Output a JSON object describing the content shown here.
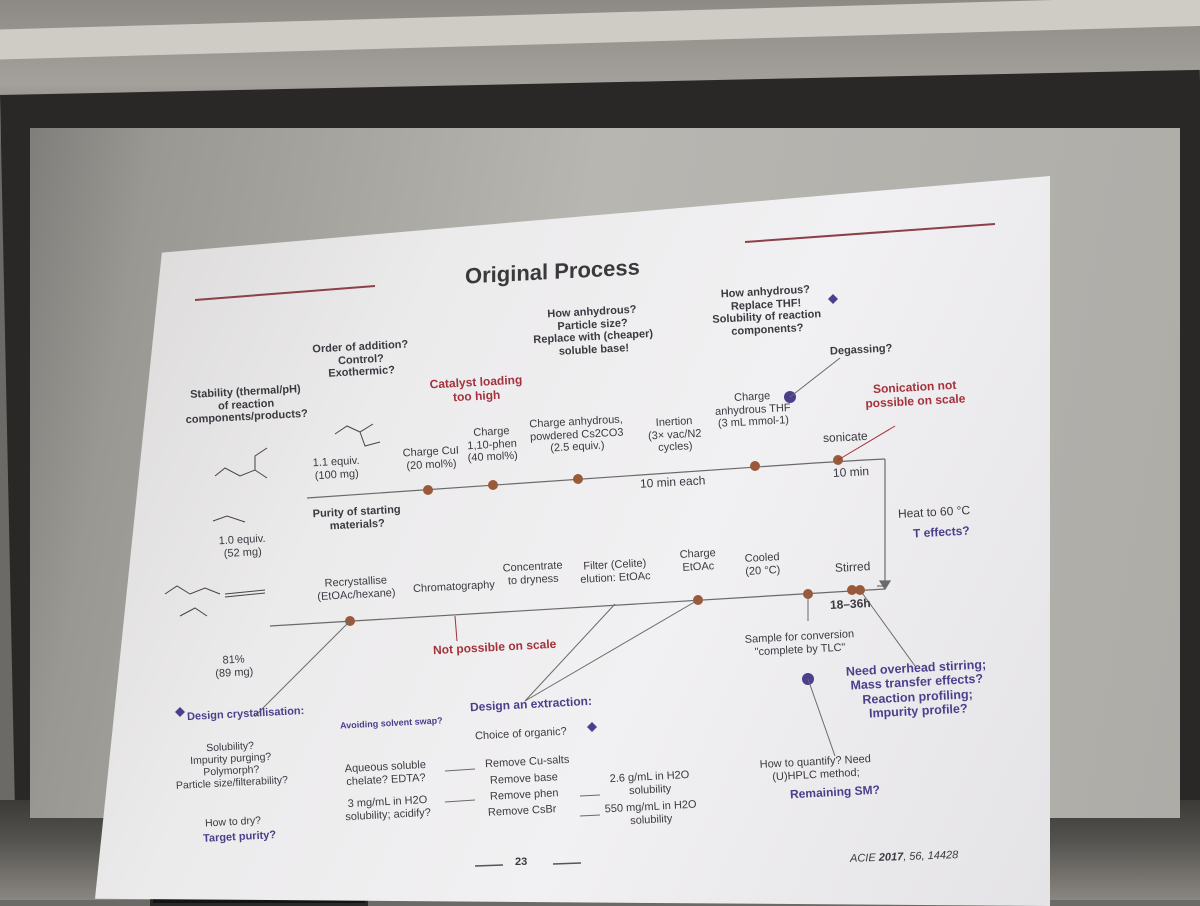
{
  "slide": {
    "title": "Original Process",
    "footer_page": "23",
    "citation_prefix": "ACIE",
    "citation_year": "2017",
    "citation_rest": ", 56, 14428"
  },
  "top_row": {
    "stability": "Stability (thermal/pH)\nof reaction\ncomponents/products?",
    "order": "Order of addition?\nControl?\nExothermic?",
    "anhydrous_q": "How anhydrous?\nParticle size?\nReplace with (cheaper)\nsoluble base!",
    "thf_q": "How anhydrous?\nReplace THF!\nSolubility of reaction\ncomponents?",
    "degassing": "Degassing?",
    "catalyst": "Catalyst loading\ntoo high",
    "sonication_not": "Sonication not\npossible on scale",
    "alkyne_amount": "1.1 equiv.\n(100 mg)",
    "amide_amount": "1.0 equiv.\n(52 mg)",
    "charge_cui": "Charge CuI\n(20 mol%)",
    "charge_phen": "Charge\n1,10-phen\n(40 mol%)",
    "charge_cs": "Charge anhydrous,\npowdered Cs2CO3\n(2.5 equiv.)",
    "inertion": "Inertion\n(3× vac/N2\ncycles)",
    "charge_thf": "Charge\nanhydrous THF\n(3 mL mmol-1)",
    "sonicate": "sonicate",
    "ten_min_each": "10 min each",
    "ten_min": "10 min",
    "purity_sm": "Purity of starting\nmaterials?",
    "heat": "Heat to 60 °C",
    "t_effects": "T effects?"
  },
  "bottom_row": {
    "product_yield": "81%\n(89 mg)",
    "recrystallise": "Recrystallise\n(EtOAc/hexane)",
    "chromatography": "Chromatography",
    "concentrate": "Concentrate\nto dryness",
    "filter": "Filter (Celite)\nelution: EtOAc",
    "charge_etoac": "Charge\nEtOAc",
    "cooled": "Cooled\n(20 °C)",
    "stirred": "Stirred",
    "time": "18–36h",
    "not_possible": "Not possible on scale",
    "sample": "Sample for conversion\n\"complete by TLC\"",
    "need_overhead": "Need overhead stirring;\nMass transfer effects?\nReaction profiling;\nImpurity profile?"
  },
  "lower_notes": {
    "design_cryst": "Design crystallisation:",
    "avoid_swap": "Avoiding solvent swap?",
    "design_extr": "Design an extraction:",
    "choice_org": "Choice of organic?",
    "cryst_qs": "Solubility?\nImpurity purging?\nPolymorph?\nParticle size/filterability?",
    "how_dry": "How to dry?",
    "target_purity": "Target purity?",
    "aq_soluble": "Aqueous soluble\nchelate? EDTA?",
    "three_mg": "3 mg/mL in H2O\nsolubility; acidify?",
    "remove_cu": "Remove Cu-salts",
    "remove_base": "Remove base",
    "remove_phen": "Remove phen",
    "remove_csbr": "Remove CsBr",
    "sol_26": "2.6 g/mL in H2O\nsolubility",
    "sol_550": "550 mg/mL in H2O\nsolubility",
    "how_quantify": "How to quantify? Need\n(U)HPLC method;",
    "remaining_sm": "Remaining SM?"
  },
  "colors": {
    "accent_red": "#a3323c",
    "accent_purple": "#4b3f8c",
    "slide_bg": "#efeef0",
    "arrow_brown": "#9a5a3a"
  }
}
